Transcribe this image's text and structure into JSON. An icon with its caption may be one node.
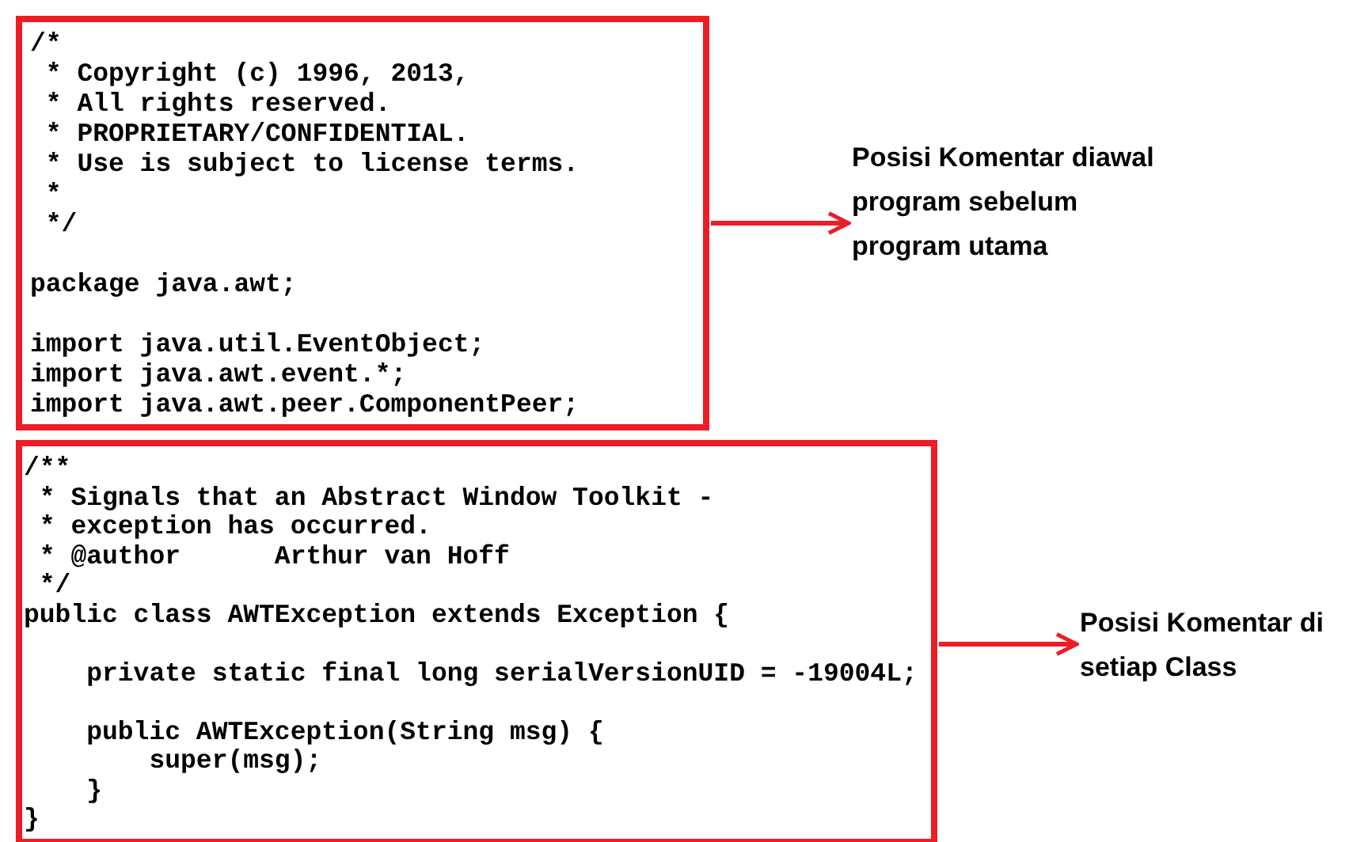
{
  "diagram": {
    "nodes": [
      {
        "text": [
          "/*",
          " * Copyright (c) 1996, 2013,",
          " * All rights reserved.",
          " * PROPRIETARY/CONFIDENTIAL.",
          " * Use is subject to license terms.",
          " *",
          " */",
          "package java.awt;",
          "import java.util.EventObject;",
          "import java.awt.event.*;",
          "import java.awt.peer.ComponentPeer;"
        ]
      },
      {
        "text": [
          "Posisi Komentar diawal program sebelum program utama"
        ]
      },
      {
        "text": [
          "/**",
          " * Signals that an Abstract Window Toolkit -",
          " * exception has occurred.",
          " * @author      Arthur van Hoff",
          " */",
          "public class AWTException extends Exception {",
          "    private static final long serialVersionUID = -19004L;",
          "    public AWTException(String msg) {",
          "        super(msg);",
          "    }",
          "}"
        ]
      },
      {
        "text": [
          "Posisi Komentar di setiap Class"
        ]
      }
    ],
    "edges": [
      {
        "from": 0,
        "to": 1,
        "arrow": "to"
      },
      {
        "from": 2,
        "to": 3,
        "arrow": "to"
      }
    ]
  }
}
